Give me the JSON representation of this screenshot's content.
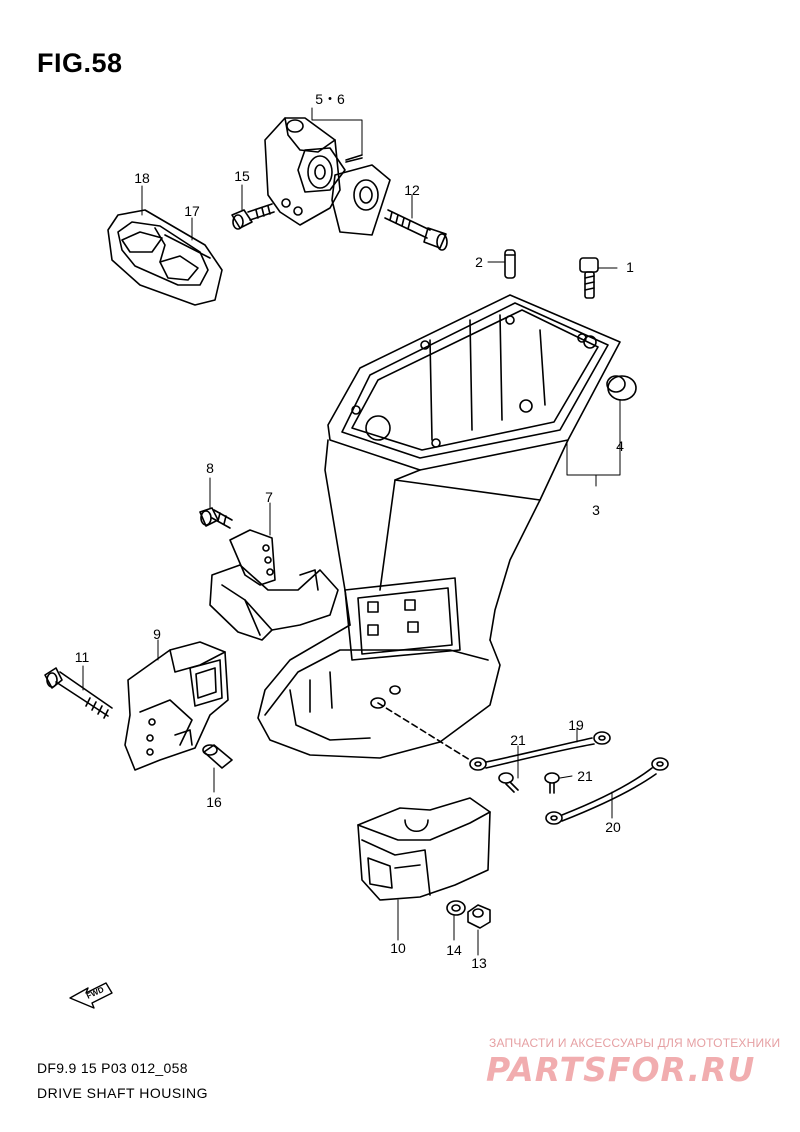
{
  "figure": {
    "title": "FIG.58",
    "code": "DF9.9 15 P03 012_058",
    "caption": "DRIVE SHAFT HOUSING"
  },
  "callouts": {
    "c1": "1",
    "c2": "2",
    "c3": "3",
    "c4": "4",
    "c56": "5・6",
    "c7": "7",
    "c8": "8",
    "c9": "9",
    "c10": "10",
    "c11": "11",
    "c12": "12",
    "c13": "13",
    "c14": "14",
    "c15": "15",
    "c16": "16",
    "c17": "17",
    "c18": "18",
    "c19": "19",
    "c20": "20",
    "c21a": "21",
    "c21b": "21"
  },
  "fwd_marker": "FWD",
  "watermark": {
    "tagline": "ЗАПЧАСТИ И АКСЕССУАРЫ ДЛЯ МОТОТЕХНИКИ",
    "logo": "PARTSFOR.RU"
  }
}
